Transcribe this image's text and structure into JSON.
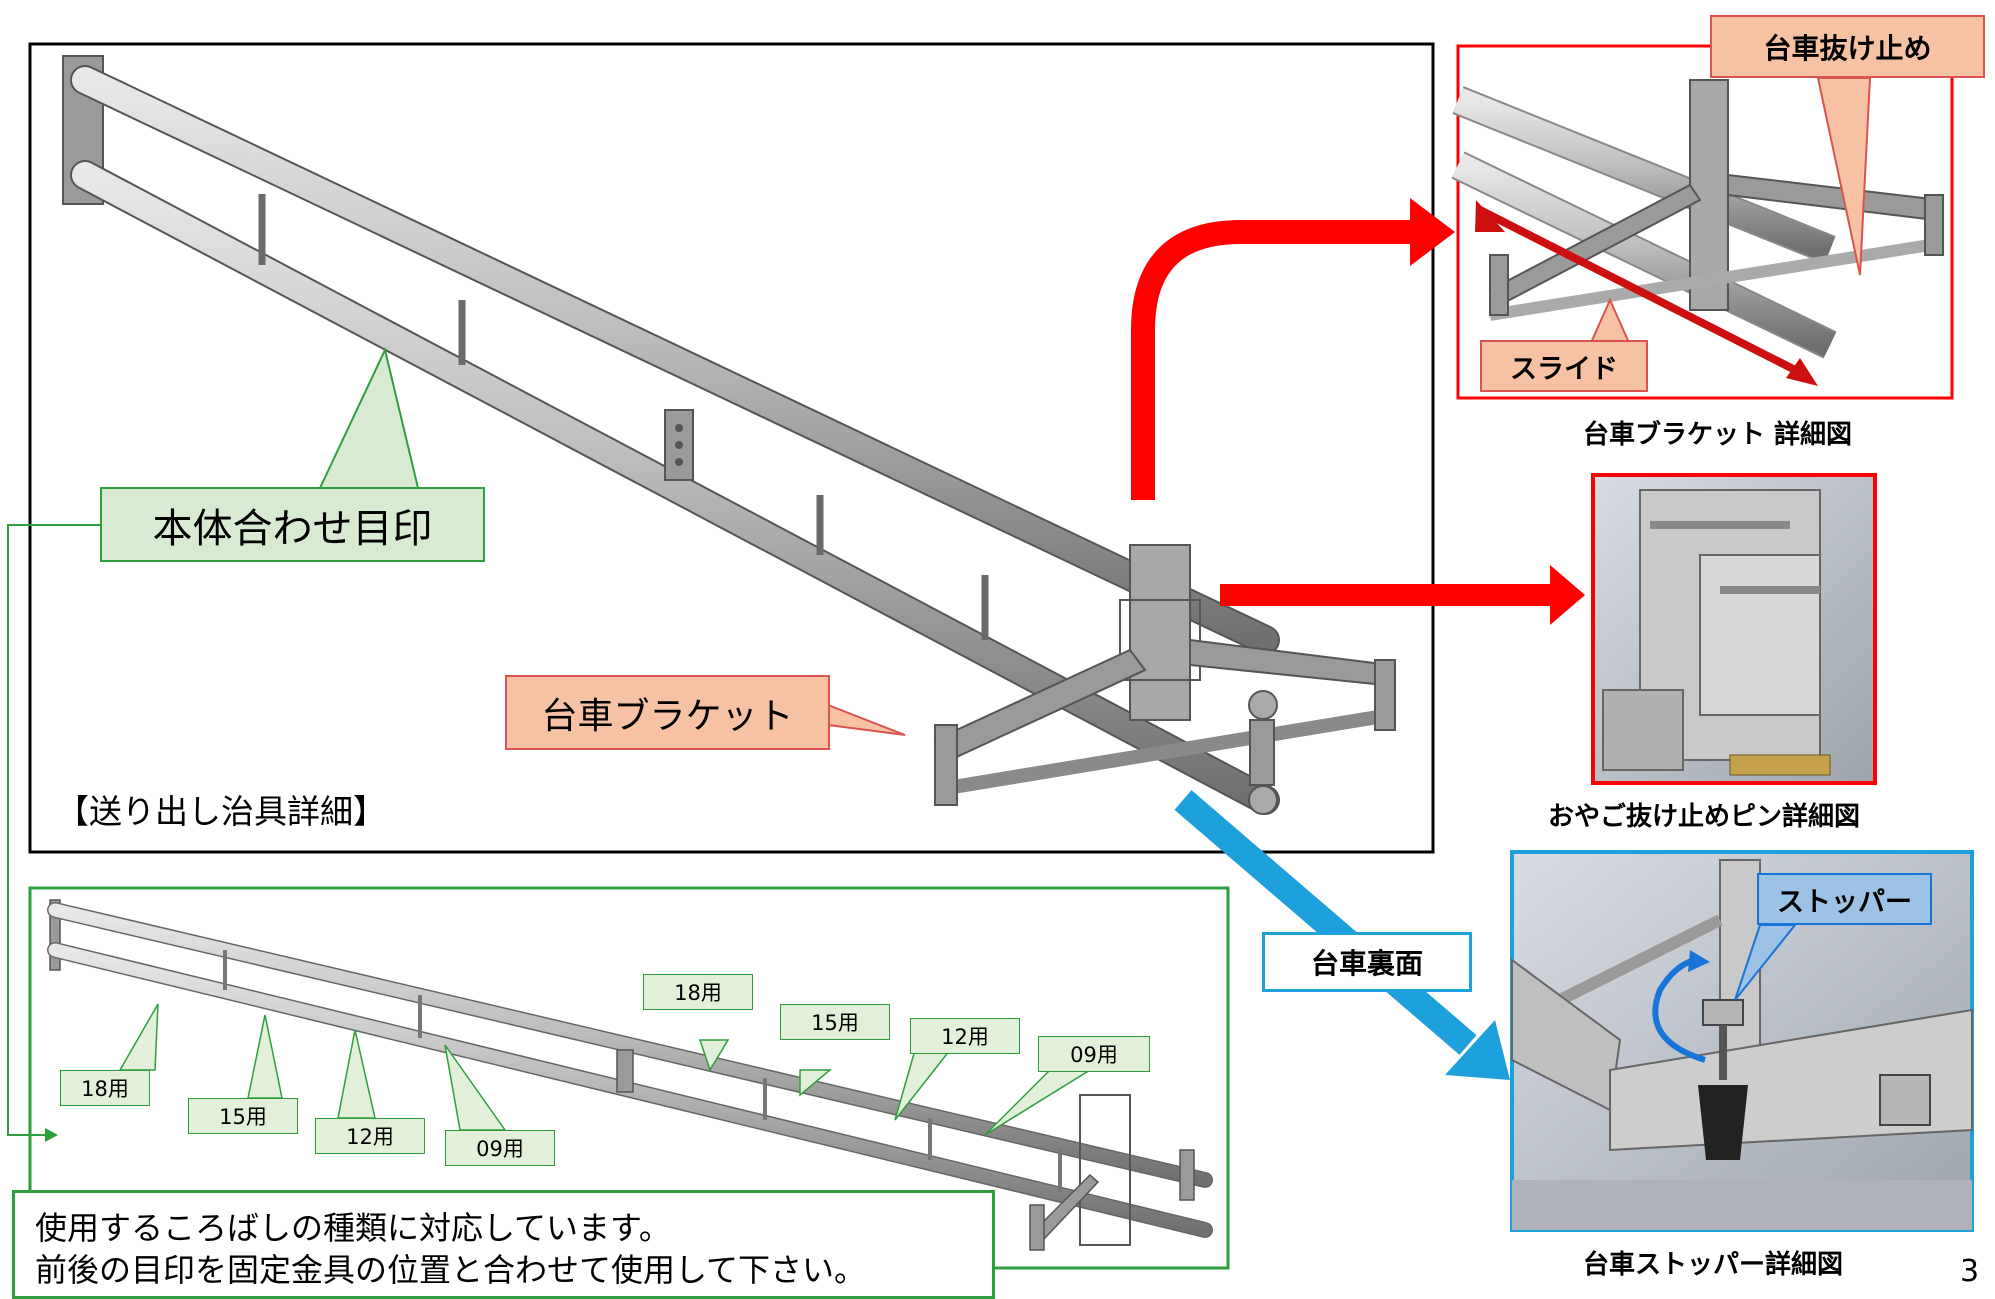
{
  "main_panel": {
    "title": "【送り出し治具詳細】",
    "marker_label": "本体合わせ目印",
    "bracket_label": "台車ブラケット"
  },
  "detail_bracket": {
    "stopper_label": "台車抜け止め",
    "slide_label": "スライド",
    "caption": "台車ブラケット 詳細図"
  },
  "detail_pin": {
    "caption": "おやご抜け止めピン詳細図"
  },
  "detail_stopper": {
    "stopper_label": "ストッパー",
    "caption": "台車ストッパー詳細図"
  },
  "underside_label": "台車裏面",
  "lower_panel": {
    "marks_bottom": [
      "18用",
      "15用",
      "12用",
      "09用"
    ],
    "marks_top": [
      "18用",
      "15用",
      "12用",
      "09用"
    ],
    "note_line1": "使用するころばしの種類に対応しています。",
    "note_line2": "前後の目印を固定金具の位置と合わせて使用して下さい。"
  },
  "page_number": "3",
  "colors": {
    "red": "#ff0000",
    "green": "#2e9e3e",
    "blue": "#1ea0dc",
    "frame": "#000000"
  }
}
